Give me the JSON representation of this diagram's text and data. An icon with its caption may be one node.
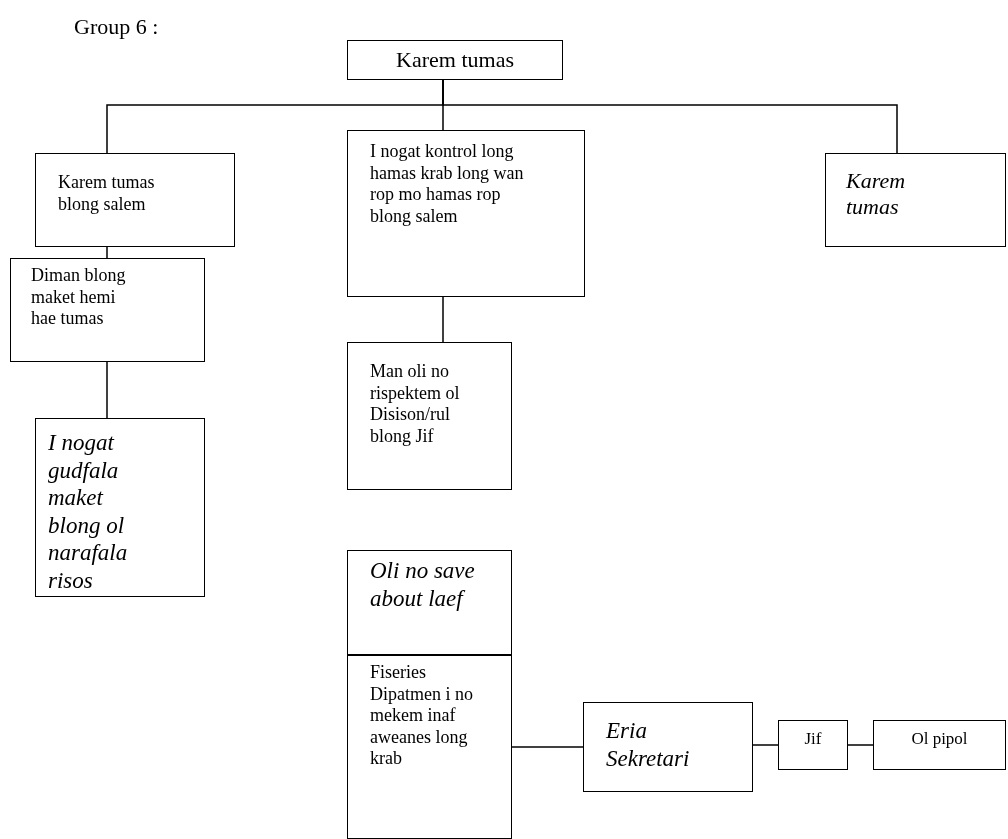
{
  "diagram": {
    "nodes": [
      {
        "text": [
          "Karem tumas"
        ]
      },
      {
        "text": [
          "Karem tumas blong salem"
        ]
      },
      {
        "text": [
          "I nogat kontrol long hamas krab long wan rop mo hamas rop blong salem"
        ]
      },
      {
        "text": [
          "Karem tumas"
        ]
      },
      {
        "text": [
          "Diman blong maket hemi hae tumas"
        ]
      },
      {
        "text": [
          "I nogat gudfala maket blong ol narafala risos"
        ]
      },
      {
        "text": [
          "Man oli no rispektem ol Disison/rul blong Jif"
        ]
      },
      {
        "text": [
          "Oli no save about laef"
        ]
      },
      {
        "text": [
          "Fiseries Dipatmen i no mekem inaf aweanes long krab"
        ]
      },
      {
        "text": [
          "Eria Sekretari"
        ]
      },
      {
        "text": [
          "Jif"
        ]
      },
      {
        "text": [
          "Ol pipol"
        ]
      }
    ],
    "edges": [
      {
        "from": 0,
        "to": 1,
        "arrow": "none"
      },
      {
        "from": 0,
        "to": 2,
        "arrow": "none"
      },
      {
        "from": 0,
        "to": 3,
        "arrow": "none"
      },
      {
        "from": 1,
        "to": 4,
        "arrow": "none"
      },
      {
        "from": 4,
        "to": 5,
        "arrow": "none"
      },
      {
        "from": 2,
        "to": 6,
        "arrow": "none"
      },
      {
        "from": 8,
        "to": 9,
        "arrow": "none"
      },
      {
        "from": 9,
        "to": 10,
        "arrow": "none"
      },
      {
        "from": 10,
        "to": 11,
        "arrow": "none"
      }
    ],
    "labels": [
      "Group 6 :"
    ]
  }
}
